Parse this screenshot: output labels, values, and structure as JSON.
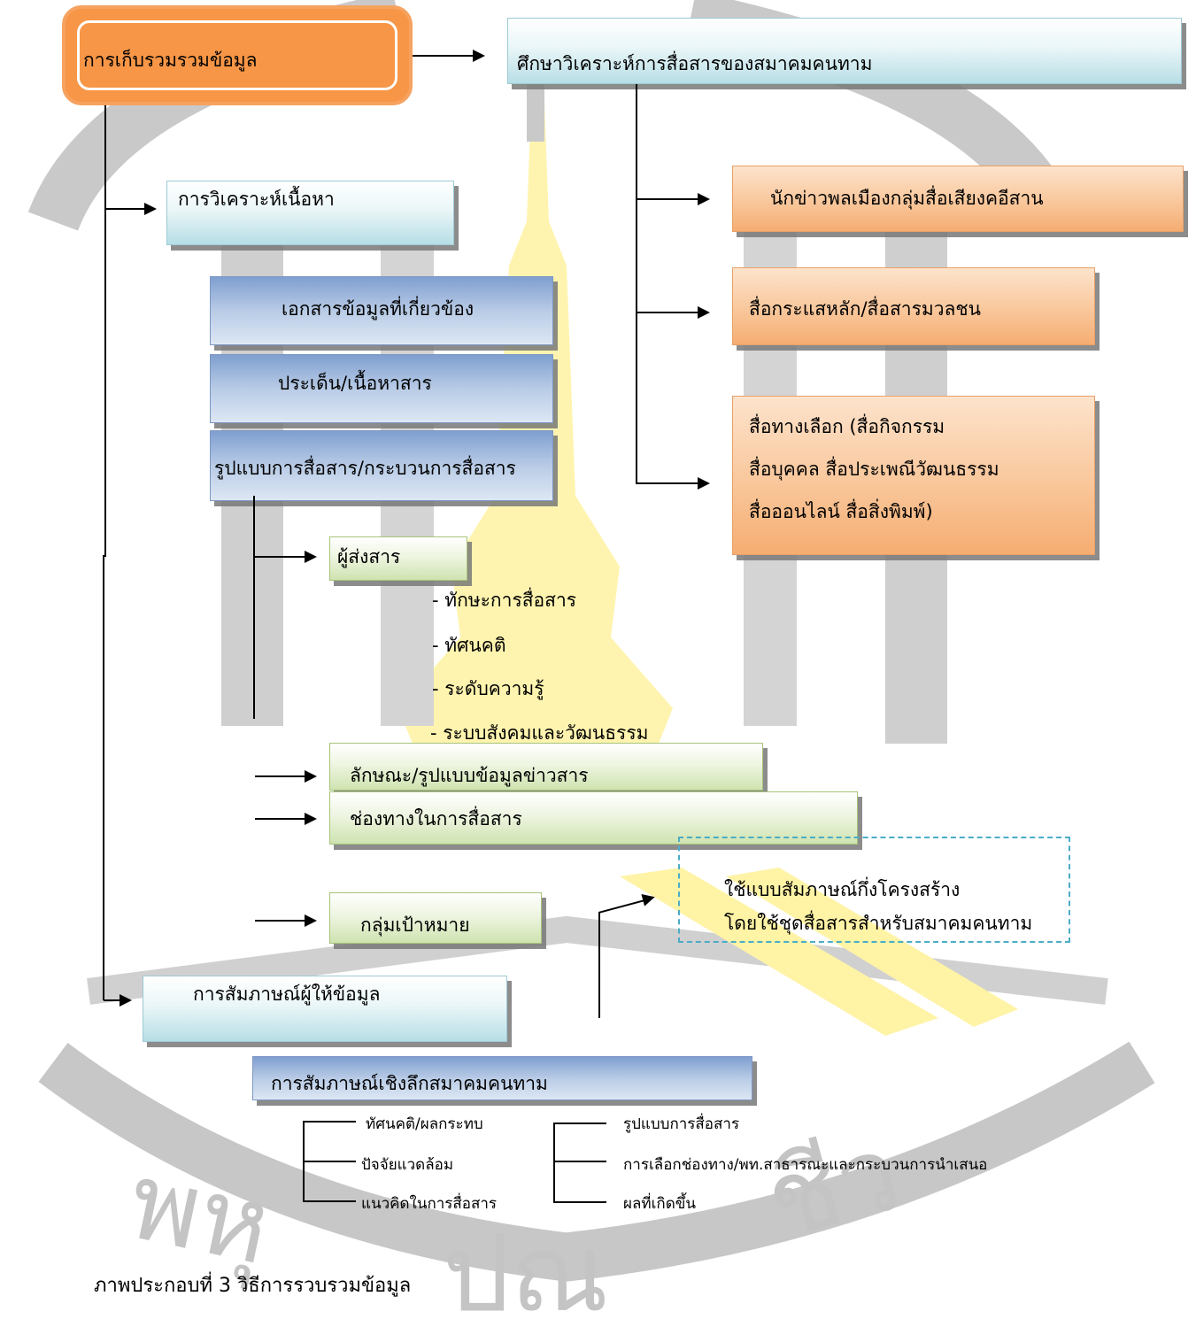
{
  "nodes": {
    "collect": "การเก็บรวมรวมข้อมูล",
    "study": "ศึกษาวิเคราะห์การสื่อสารของสมาคมคนทาม",
    "content_analysis": "การวิเคราะห์เนื้อหา",
    "citizen_reporter": "นักข่าวพลเมืองกลุ่มสื่อเสียงคอีสาน",
    "mainstream": "สื่อกระแสหลัก/สื่อสารมวลชน",
    "alternative": [
      "สื่อทางเลือก (สื่อกิจกรรม",
      "สื่อบุคคล สื่อประเพณีวัฒนธรรม",
      "สื่อออนไลน์ สื่อสิ่งพิมพ์)"
    ],
    "documents": "เอกสารข้อมูลที่เกี่ยวข้อง",
    "issues": "ประเด็น/เนื้อหาสาร",
    "pattern": "รูปแบบการสื่อสาร/กระบวนการสื่อสาร",
    "sender": "ผู้ส่งสาร",
    "sender_items": [
      "- ทักษะการสื่อสาร",
      "- ทัศนคติ",
      "- ระดับความรู้",
      "- ระบบสังคมและวัฒนธรรม"
    ],
    "message_type": "ลักษณะ/รูปแบบข้อมูลข่าวสาร",
    "channel": "ช่องทางในการสื่อสาร",
    "interview_method": [
      "ใช้แบบสัมภาษณ์กึ่งโครงสร้าง",
      "โดยใช้ชุดสื่อสารสำหรับสมาคมคนทาม"
    ],
    "target": "กลุ่มเป้าหมาย",
    "informant_interview": "การสัมภาษณ์ผู้ให้ข้อมูล",
    "indepth_interview": "การสัมภาษณ์เชิงลึกสมาคมคนทาม",
    "left_topics": [
      "ทัศนคติ/ผลกระทบ",
      "ปัจจัยแวดล้อม",
      "แนวคิดในการสื่อสาร"
    ],
    "right_topics": [
      "รูปแบบการสื่อสาร",
      "การเลือกช่องทาง/พท.สาธารณะและกระบวนการนำเสนอ",
      "ผลที่เกิดขึ้น"
    ]
  },
  "caption": "ภาพประกอบที่ 3 วิธีการรวบรวมข้อมูล",
  "colors": {
    "orange": "#f79646",
    "peach": "#f9c79b",
    "cyan": "#b7dee6",
    "blue": "#95b3d7",
    "green": "#d7e4bd",
    "watermark_gray": "#c7c7c7",
    "watermark_yellow": "#fff3a6",
    "dashed_border": "#4bacc6"
  }
}
